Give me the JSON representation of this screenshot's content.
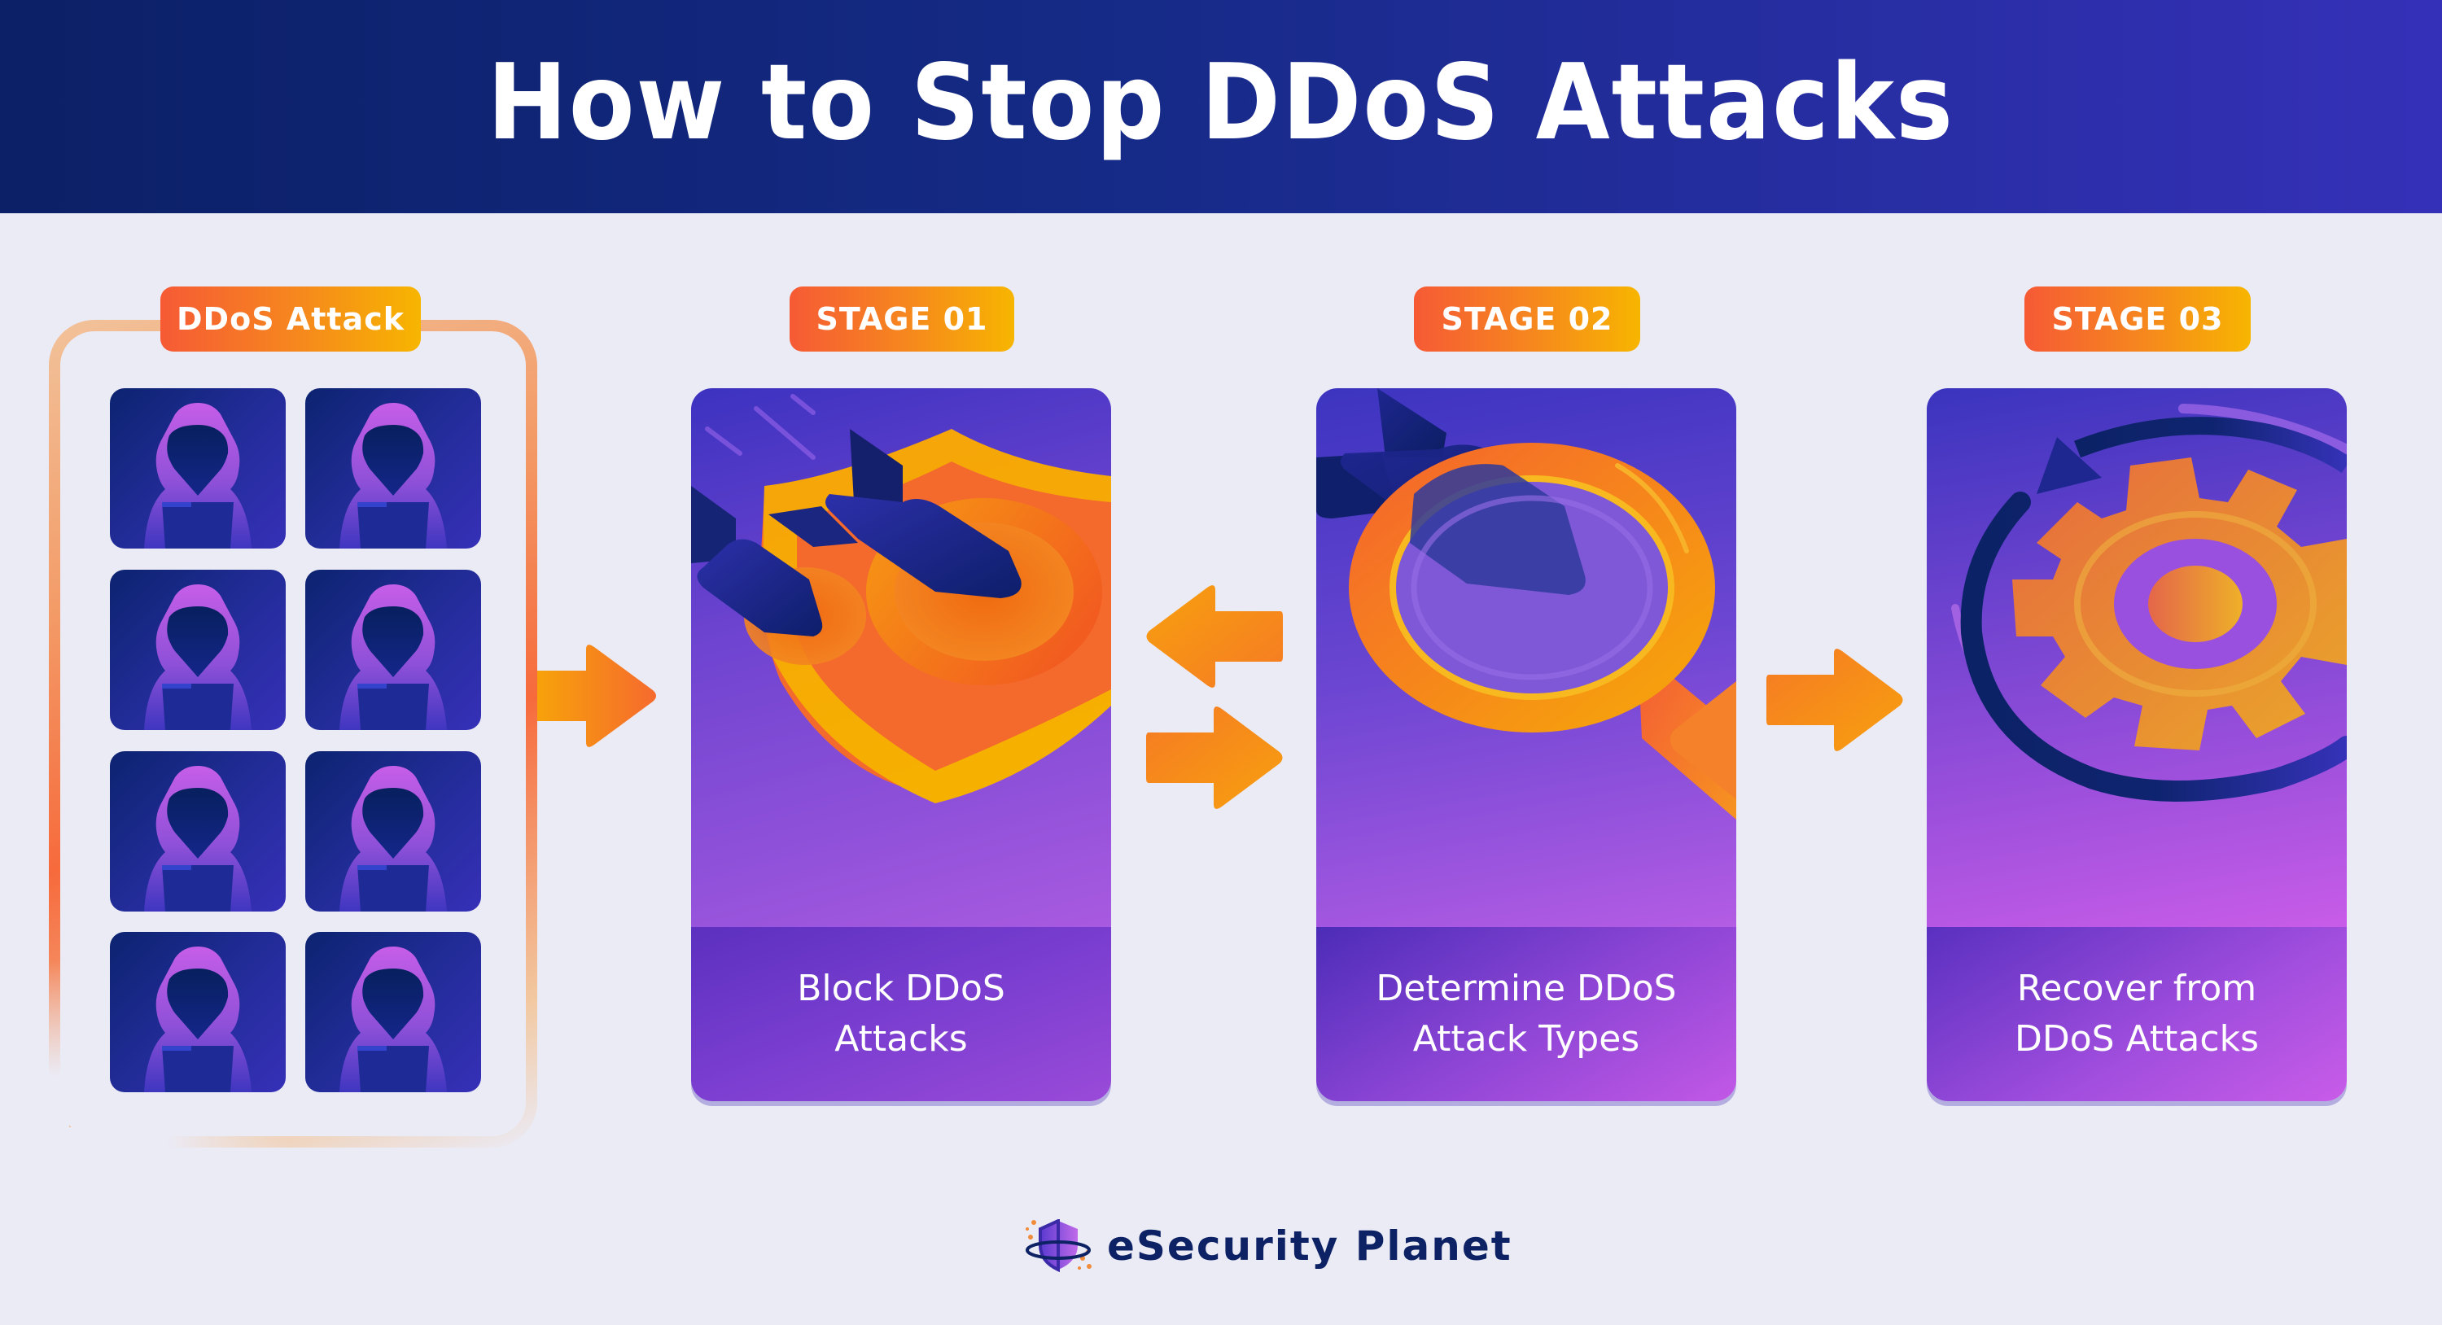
{
  "header": {
    "title": "How to Stop DDoS Attacks",
    "background_gradient": [
      "#0b2066",
      "#3530b8"
    ]
  },
  "attack_group": {
    "label": "DDoS Attack",
    "tile_count": 8,
    "tile_icon": "hooded-hacker-at-laptop"
  },
  "stages": [
    {
      "badge": "STAGE 01",
      "caption_line1": "Block DDoS",
      "caption_line2": "Attacks",
      "icon": "shield-with-missiles"
    },
    {
      "badge": "STAGE 02",
      "caption_line1": "Determine DDoS",
      "caption_line2": "Attack Types",
      "icon": "magnifying-glass-over-missile"
    },
    {
      "badge": "STAGE 03",
      "caption_line1": "Recover from",
      "caption_line2": "DDoS Attacks",
      "icon": "gear-with-circular-arrow"
    }
  ],
  "connectors": [
    {
      "from": "DDoS Attack",
      "to": "STAGE 01",
      "direction": "right"
    },
    {
      "from": "STAGE 01",
      "to": "STAGE 02",
      "direction": "bidirectional"
    },
    {
      "from": "STAGE 02",
      "to": "STAGE 03",
      "direction": "right"
    }
  ],
  "footer": {
    "brand": "eSecurity Planet",
    "brand_icon": "shield-planet-logo"
  },
  "colors": {
    "background": "#ebebf6",
    "badge_gradient": [
      "#f65a35",
      "#f7b500"
    ],
    "arrow_orange": "#f68a1e",
    "card_purple": "#7a44d0",
    "brand_navy": "#0d2264"
  }
}
